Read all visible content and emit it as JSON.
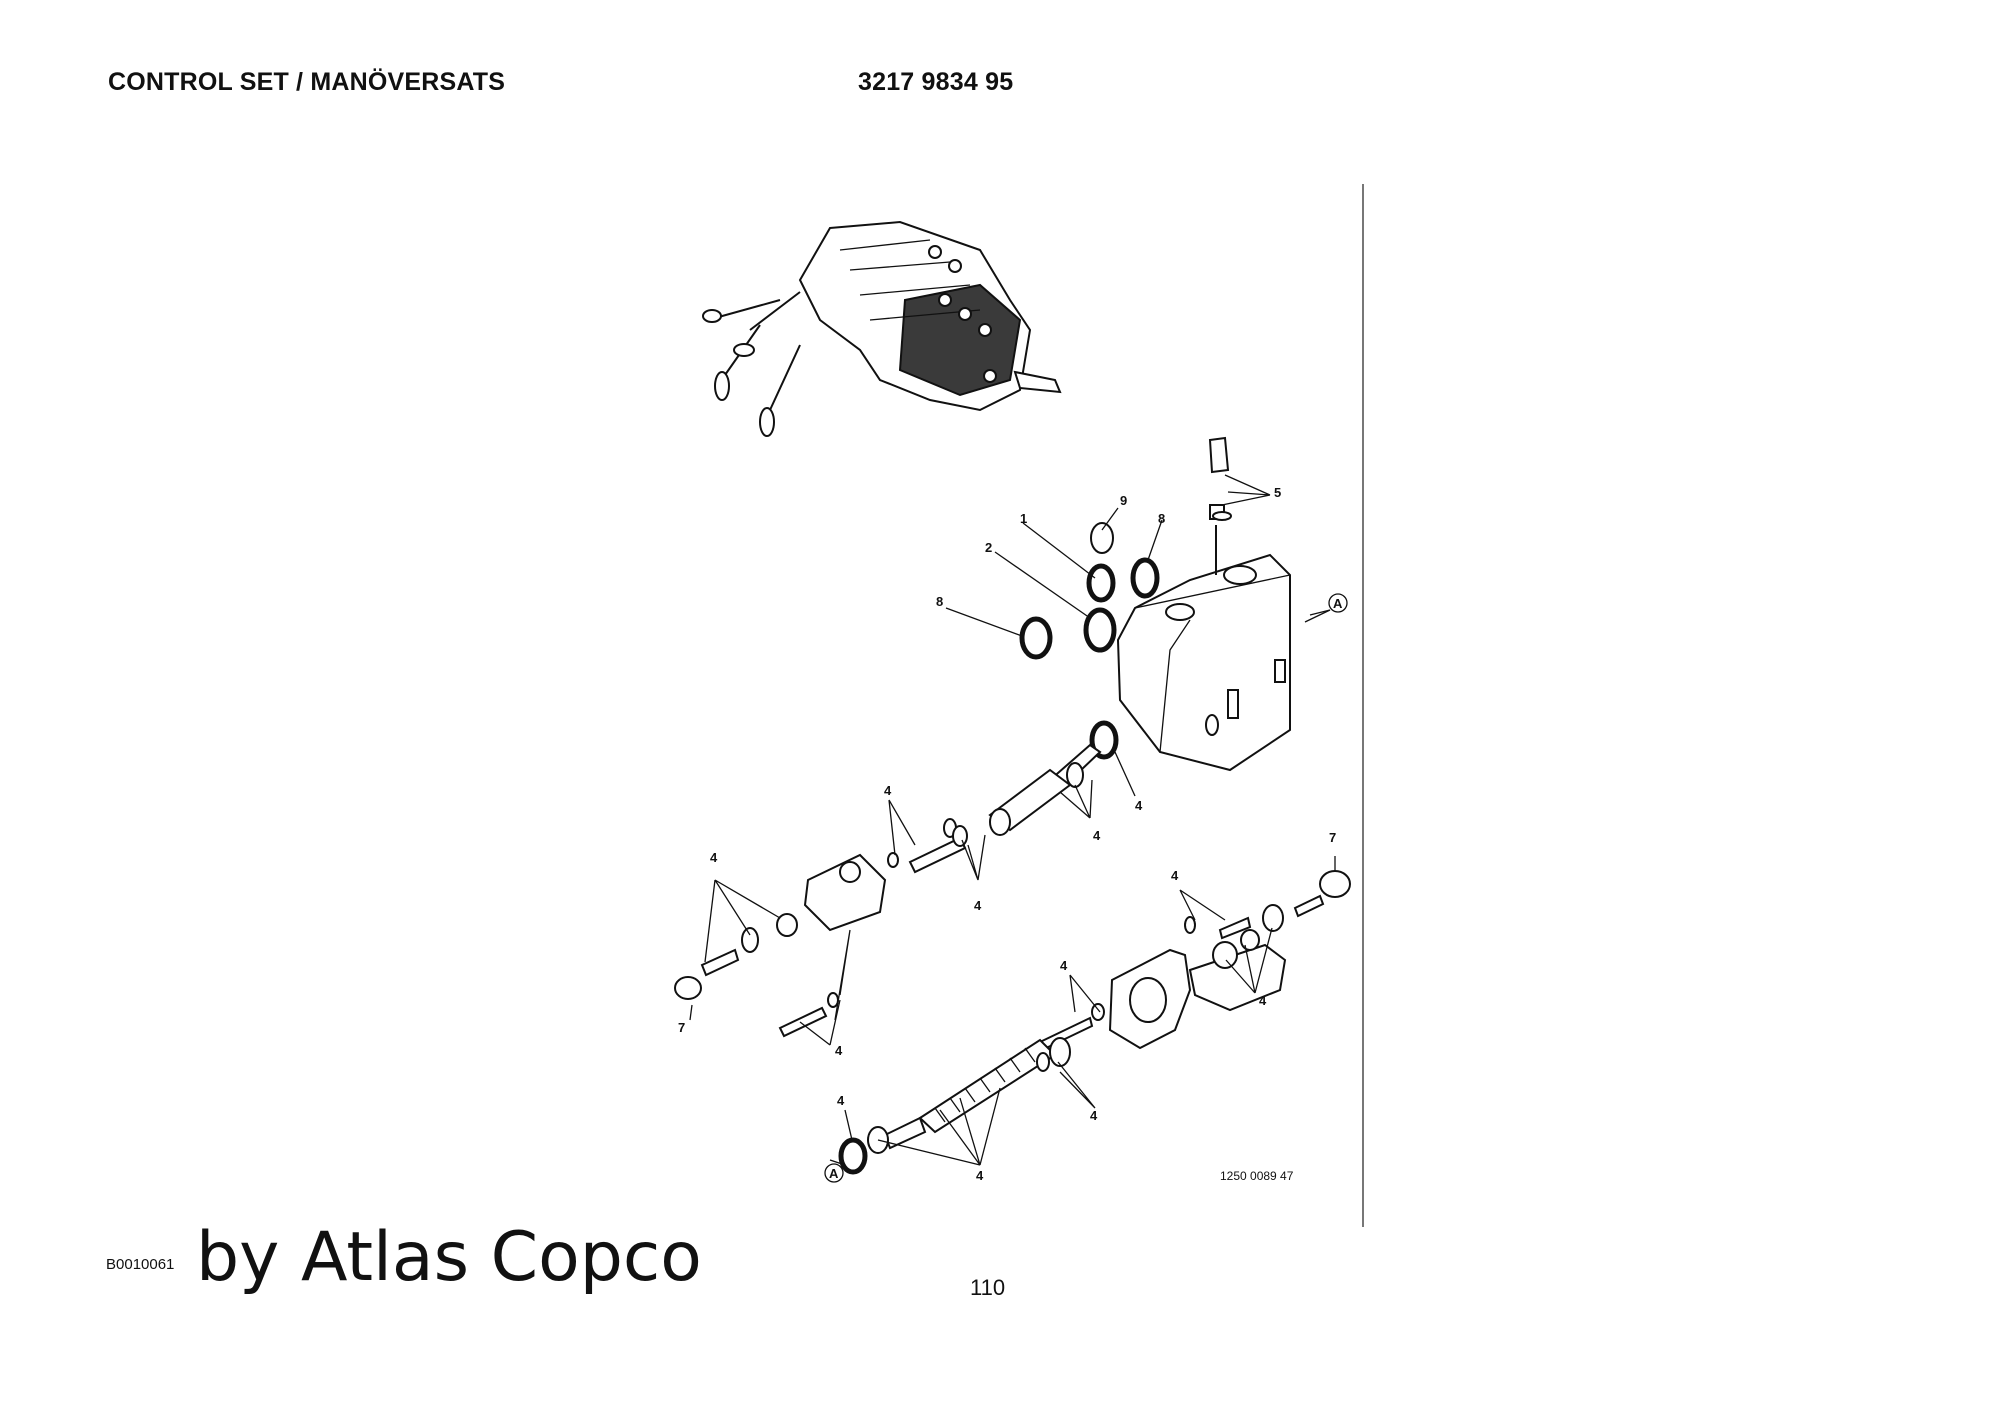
{
  "header": {
    "title": "CONTROL SET / MANÖVERSATS",
    "part_number": "3217 9834 95"
  },
  "drawing": {
    "callouts": {
      "c1": "1",
      "c2": "2",
      "c5": "5",
      "c7a": "7",
      "c7b": "7",
      "c8a": "8",
      "c8b": "8",
      "c9": "9",
      "cA1": "A",
      "cA2": "A",
      "c4": "4"
    },
    "reference_number": "1250 0089 47"
  },
  "footer": {
    "doc_id": "B0010061",
    "brand": "by Atlas Copco",
    "page_number": "110"
  }
}
